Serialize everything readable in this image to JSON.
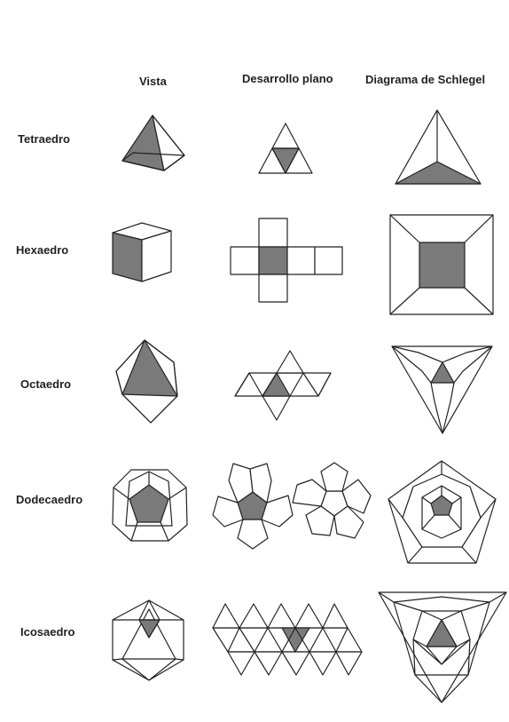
{
  "headers": {
    "vista": "Vista",
    "desarrollo": "Desarrollo plano",
    "schlegel": "Diagrama de Schlegel"
  },
  "rows": [
    {
      "label": "Tetraedro"
    },
    {
      "label": "Hexaedro"
    },
    {
      "label": "Octaedro"
    },
    {
      "label": "Dodecaedro"
    },
    {
      "label": "Icosaedro"
    }
  ],
  "colors": {
    "shaded": "#7a7a7a",
    "line": "#222222",
    "background": "#ffffff"
  }
}
